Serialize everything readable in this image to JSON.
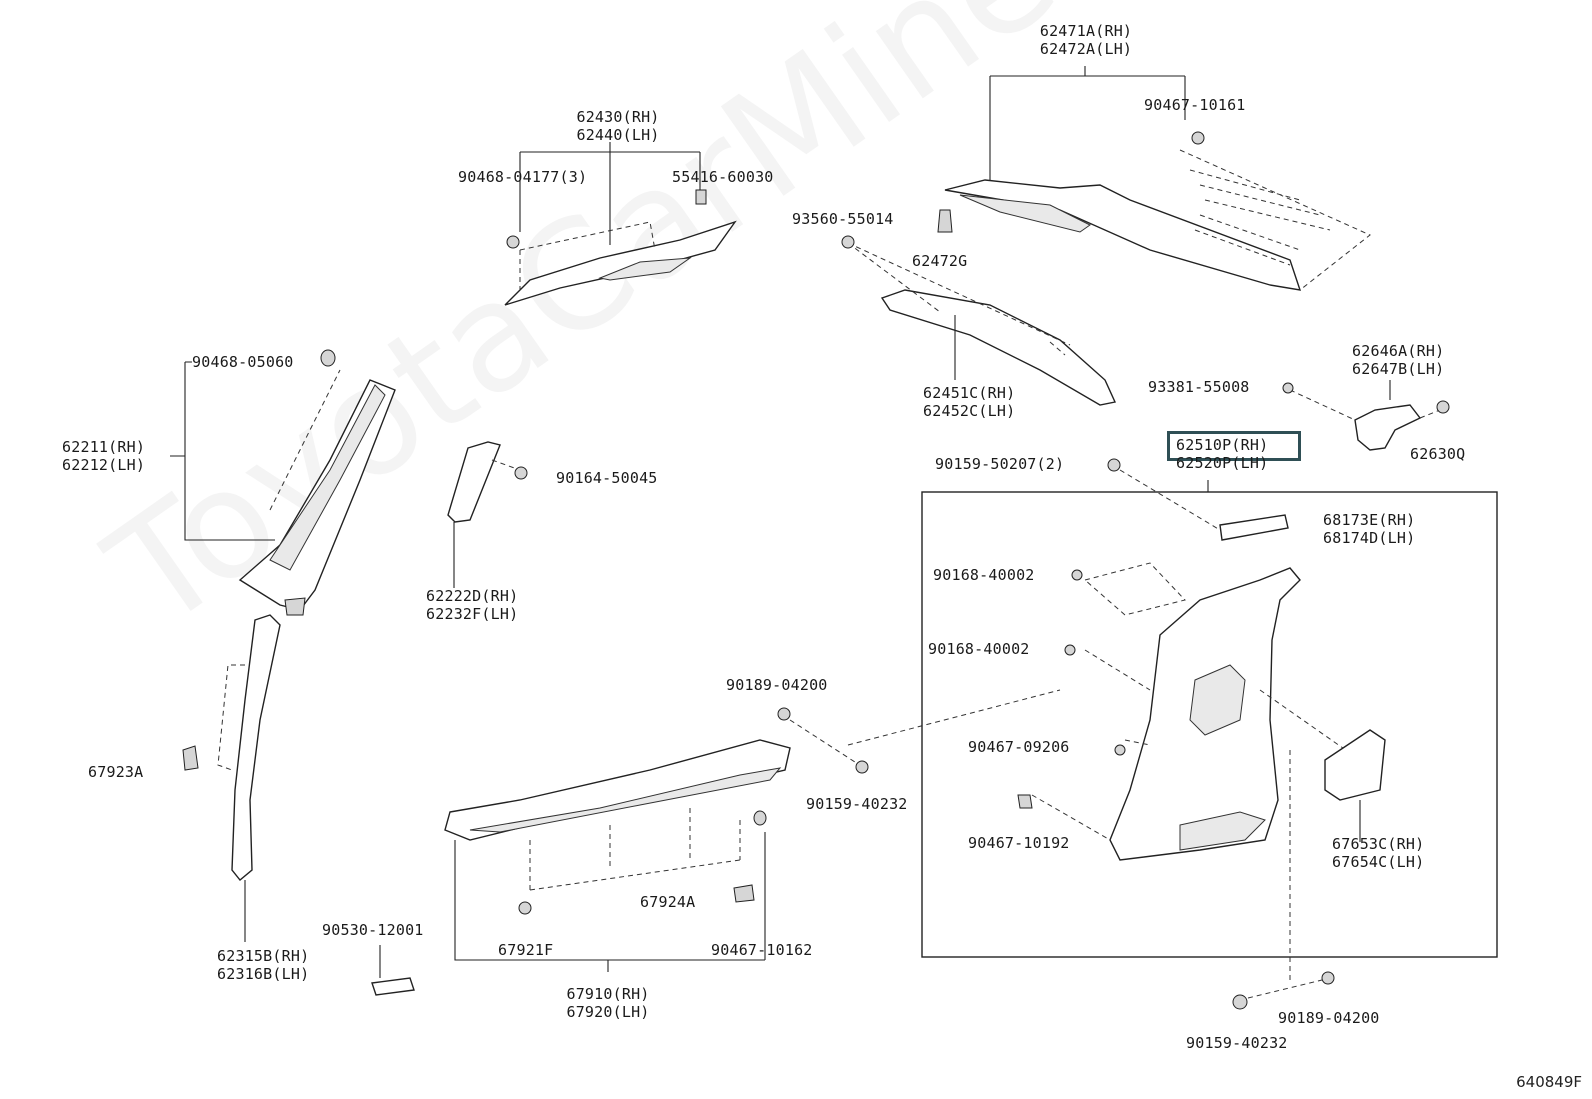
{
  "watermark": "ToyotaCarMine.ru",
  "diagram_code": "640849F",
  "highlighted_part": "62510P (RH)",
  "labels": {
    "l_62471A": "62471A(RH)",
    "l_62472A": "62472A(LH)",
    "l_90467_10161": "90467-10161",
    "l_62430": "62430(RH)",
    "l_62440": "62440(LH)",
    "l_90468_04177": "90468-04177(3)",
    "l_55416": "55416-60030",
    "l_93560": "93560-55014",
    "l_62472G": "62472G",
    "l_90468_05060": "90468-05060",
    "l_62211": "62211(RH)",
    "l_62212": "62212(LH)",
    "l_62646A": "62646A(RH)",
    "l_62647B": "62647B(LH)",
    "l_93381": "93381-55008",
    "l_62451C": "62451C(RH)",
    "l_62452C": "62452C(LH)",
    "l_62630Q": "62630Q",
    "l_62510P": "62510P(RH)",
    "l_62520P": "62520P(LH)",
    "l_90159_50207": "90159-50207(2)",
    "l_90164": "90164-50045",
    "l_68173E": "68173E(RH)",
    "l_68174D": "68174D(LH)",
    "l_62222D": "62222D(RH)",
    "l_62232F": "62232F(LH)",
    "l_90168_a": "90168-40002",
    "l_90168_b": "90168-40002",
    "l_90189_top": "90189-04200",
    "l_90467_09206": "90467-09206",
    "l_67923A": "67923A",
    "l_90159_40232_mid": "90159-40232",
    "l_90467_10192": "90467-10192",
    "l_67653C": "67653C(RH)",
    "l_67654C": "67654C(LH)",
    "l_67924A": "67924A",
    "l_90530": "90530-12001",
    "l_67921F": "67921F",
    "l_90467_10162": "90467-10162",
    "l_62315B": "62315B(RH)",
    "l_62316B": "62316B(LH)",
    "l_67910": "67910(RH)",
    "l_67920": "67920(LH)",
    "l_90189_bot": "90189-04200",
    "l_90159_40232_bot": "90159-40232"
  }
}
